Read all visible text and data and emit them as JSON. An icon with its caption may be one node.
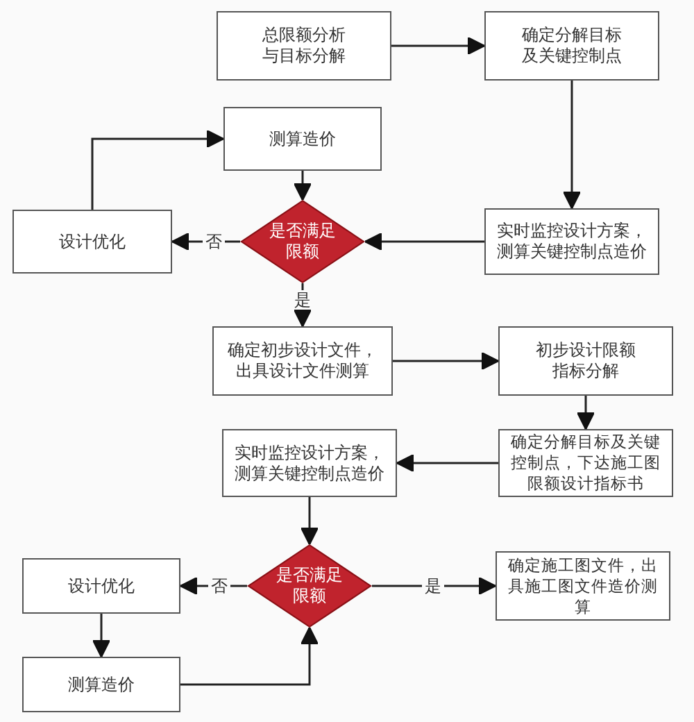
{
  "diagram": {
    "nodes": [
      {
        "text": [
          "总限额分析与目标分解"
        ]
      },
      {
        "text": [
          "确定分解目标及关键控制点"
        ]
      },
      {
        "text": [
          "测算造价"
        ]
      },
      {
        "text": [
          "设计优化"
        ]
      },
      {
        "text": [
          "是否满足限额"
        ]
      },
      {
        "text": [
          "实时监控设计方案，测算关键控制点造价"
        ]
      },
      {
        "text": [
          "确定初步设计文件，出具设计文件测算"
        ]
      },
      {
        "text": [
          "初步设计限额指标分解"
        ]
      },
      {
        "text": [
          "确定分解目标及关键控制点，下达施工图限额设计指标书"
        ]
      },
      {
        "text": [
          "实时监控设计方案，测算关键控制点造价"
        ]
      },
      {
        "text": [
          "设计优化"
        ]
      },
      {
        "text": [
          "是否满足限额"
        ]
      },
      {
        "text": [
          "确定施工图文件，出具施工图文件造价测算"
        ]
      },
      {
        "text": [
          "测算造价"
        ]
      }
    ],
    "edges": [
      {
        "from": 0,
        "to": 1,
        "arrow": "to"
      },
      {
        "from": 1,
        "to": 5,
        "arrow": "to"
      },
      {
        "from": 5,
        "to": 4,
        "arrow": "to"
      },
      {
        "from": 2,
        "to": 4,
        "arrow": "to"
      },
      {
        "from": 4,
        "to": 3,
        "arrow": "to",
        "label": "否"
      },
      {
        "from": 3,
        "to": 2,
        "arrow": "to"
      },
      {
        "from": 4,
        "to": 6,
        "arrow": "to",
        "label": "是"
      },
      {
        "from": 6,
        "to": 7,
        "arrow": "to"
      },
      {
        "from": 7,
        "to": 8,
        "arrow": "to"
      },
      {
        "from": 8,
        "to": 9,
        "arrow": "to"
      },
      {
        "from": 9,
        "to": 11,
        "arrow": "to"
      },
      {
        "from": 11,
        "to": 10,
        "arrow": "to",
        "label": "否"
      },
      {
        "from": 11,
        "to": 12,
        "arrow": "to",
        "label": "是"
      },
      {
        "from": 10,
        "to": 13,
        "arrow": "to"
      },
      {
        "from": 13,
        "to": 11,
        "arrow": "to"
      }
    ]
  }
}
